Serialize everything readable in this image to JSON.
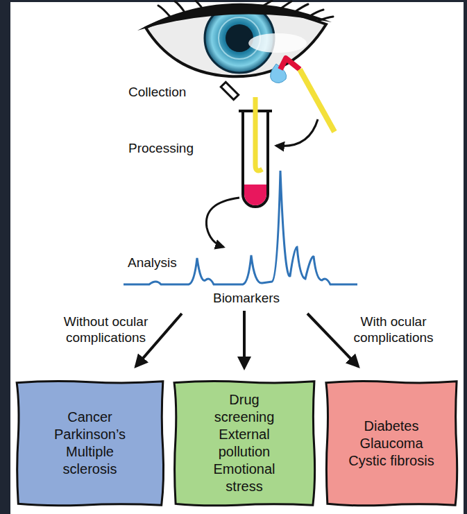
{
  "diagram": {
    "nodes": [
      {
        "text": [
          "Cancer",
          "Parkinson’s",
          "Multiple sclerosis"
        ]
      },
      {
        "text": [
          "Drug screening",
          "External pollution",
          "Emotional stress"
        ]
      },
      {
        "text": [
          "Diabetes",
          "Glaucoma",
          "Cystic fibrosis"
        ]
      }
    ],
    "labels": [
      "Collection",
      "Processing",
      "Analysis",
      "Biomarkers",
      "Without ocular complications",
      "With ocular complications"
    ]
  }
}
